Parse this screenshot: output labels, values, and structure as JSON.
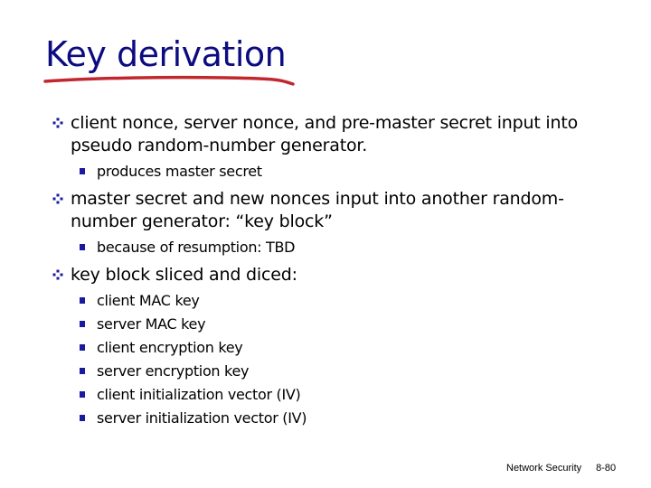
{
  "slide": {
    "title": "Key derivation",
    "accent_colors": {
      "title": "#0c0c80",
      "underline": "#c0282e",
      "bullet": "#1a1aa0"
    },
    "bullets": [
      {
        "text": "client nonce, server nonce, and pre-master secret input into pseudo random-number generator.",
        "sub": [
          "produces master secret"
        ]
      },
      {
        "text": "master secret and new nonces input into another random-number generator: “key block”",
        "sub": [
          "because of resumption: TBD"
        ]
      },
      {
        "text": "key block sliced and diced:",
        "sub": [
          "client MAC key",
          "server MAC key",
          "client encryption key",
          "server encryption key",
          "client initialization vector (IV)",
          "server initialization vector (IV)"
        ]
      }
    ],
    "footer": {
      "course": "Network Security",
      "page": "8-80"
    }
  }
}
